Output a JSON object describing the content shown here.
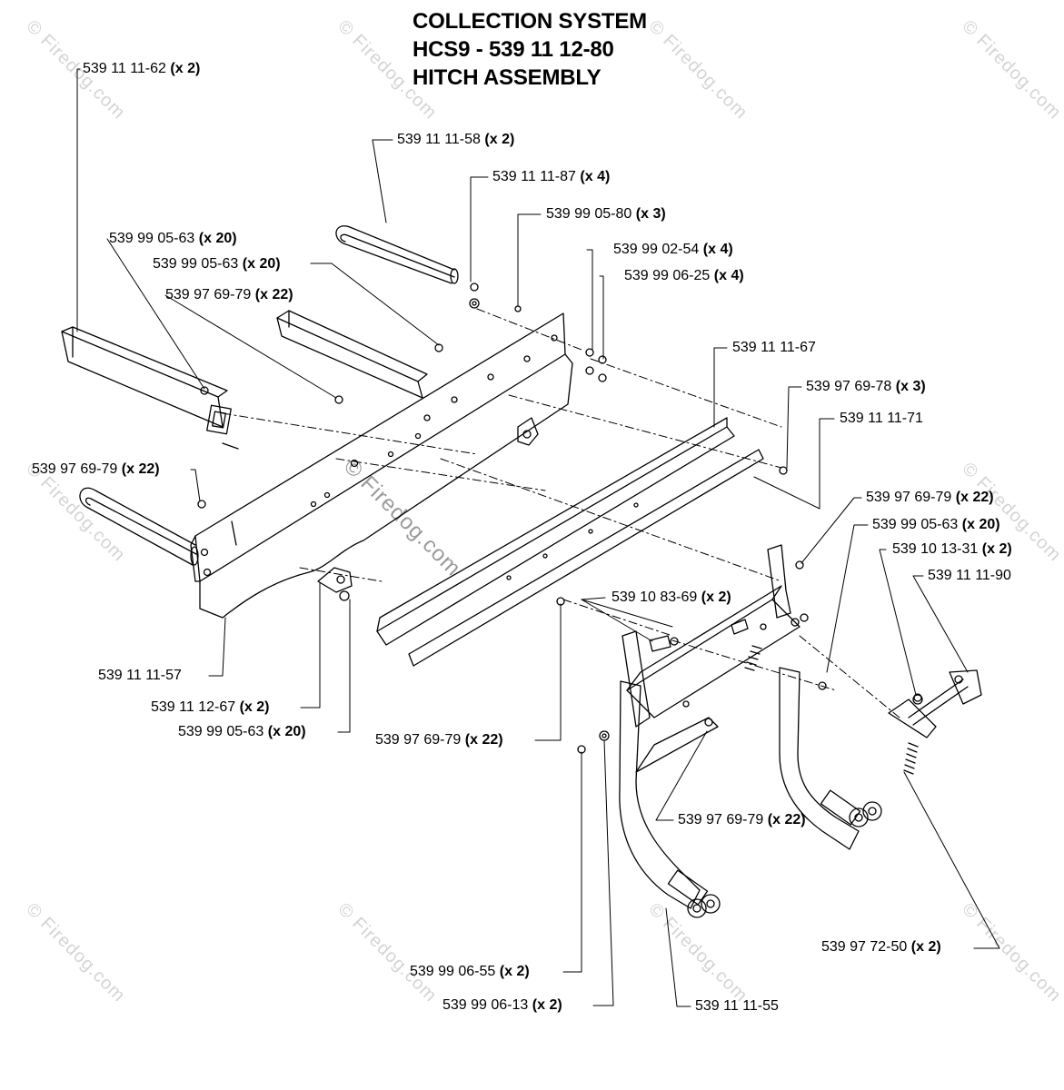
{
  "header": {
    "line1": "COLLECTION SYSTEM",
    "line2": "HCS9 - 539 11 12-80",
    "line3": "HITCH ASSEMBLY"
  },
  "watermark": "© Firedog.com",
  "callouts": [
    {
      "part": "539 11 11-62",
      "qty": "(x 2)"
    },
    {
      "part": "539 11 11-58",
      "qty": "(x 2)"
    },
    {
      "part": "539 11 11-87",
      "qty": "(x 4)"
    },
    {
      "part": "539 99 05-80",
      "qty": "(x 3)"
    },
    {
      "part": "539 99 05-63",
      "qty": "(x 20)"
    },
    {
      "part": "539 99 02-54",
      "qty": "(x 4)"
    },
    {
      "part": "539 99 05-63",
      "qty": "(x 20)"
    },
    {
      "part": "539 99 06-25",
      "qty": "(x 4)"
    },
    {
      "part": "539 97 69-79",
      "qty": "(x 22)"
    },
    {
      "part": "539 11 11-67",
      "qty": ""
    },
    {
      "part": "539 97 69-78",
      "qty": "(x 3)"
    },
    {
      "part": "539 11 11-71",
      "qty": ""
    },
    {
      "part": "539 97 69-79",
      "qty": "(x 22)"
    },
    {
      "part": "539 97 69-79",
      "qty": "(x 22)"
    },
    {
      "part": "539 99 05-63",
      "qty": "(x 20)"
    },
    {
      "part": "539 10 13-31",
      "qty": "(x 2)"
    },
    {
      "part": "539 11 11-90",
      "qty": ""
    },
    {
      "part": "539 10 83-69",
      "qty": "(x 2)"
    },
    {
      "part": "539 11 11-57",
      "qty": ""
    },
    {
      "part": "539 11 12-67",
      "qty": "(x 2)"
    },
    {
      "part": "539 99 05-63",
      "qty": "(x 20)"
    },
    {
      "part": "539 97 69-79",
      "qty": "(x 22)"
    },
    {
      "part": "539 97 69-79",
      "qty": "(x 22)"
    },
    {
      "part": "539 97 72-50",
      "qty": "(x 2)"
    },
    {
      "part": "539 99 06-55",
      "qty": "(x 2)"
    },
    {
      "part": "539 99 06-13",
      "qty": "(x 2)"
    },
    {
      "part": "539 11 11-55",
      "qty": ""
    }
  ]
}
